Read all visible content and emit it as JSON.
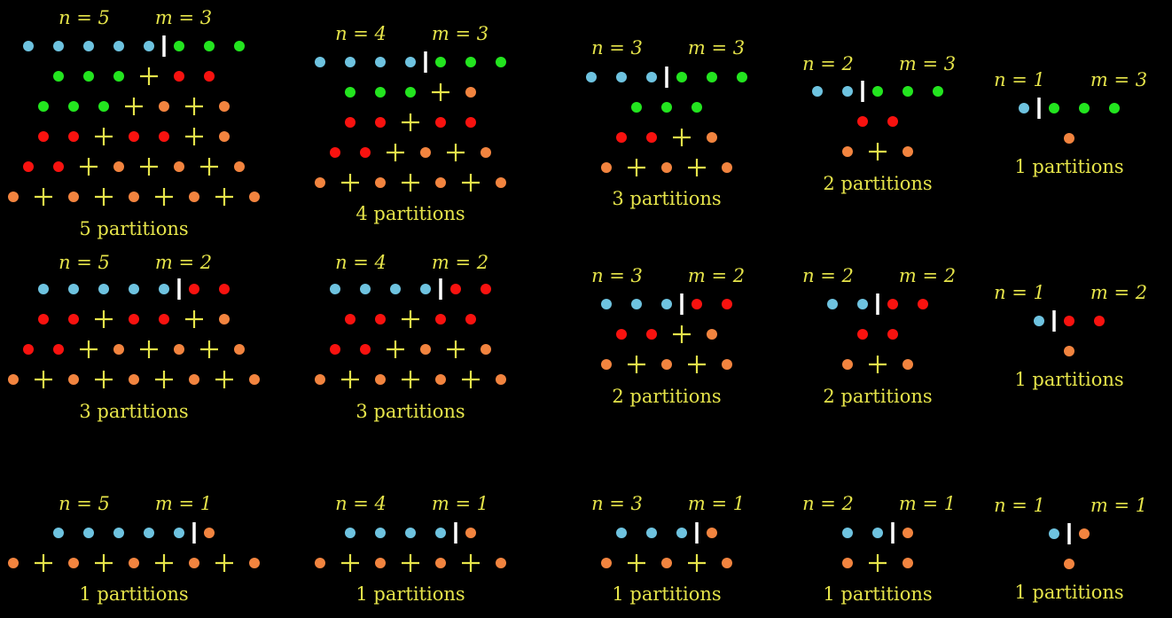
{
  "colors": {
    "background": "#000000",
    "text": "#e6e44a",
    "divider": "#ffffff",
    "plus": "#e6e44a",
    "n_dot": "#6ec3e0",
    "green": "#23e51f",
    "red": "#f8120f",
    "orange": "#f2843f"
  },
  "diagram": {
    "panels": [
      {
        "n_label": "n = 5",
        "m_label": "m = 3",
        "caption": "5 partitions",
        "rows": [
          [
            "b",
            "b",
            "b",
            "b",
            "b",
            "|",
            "g",
            "g",
            "g"
          ],
          [
            "g",
            "g",
            "g",
            "+",
            "r",
            "r"
          ],
          [
            "g",
            "g",
            "g",
            "+",
            "o",
            "+",
            "o"
          ],
          [
            "r",
            "r",
            "+",
            "r",
            "r",
            "+",
            "o"
          ],
          [
            "r",
            "r",
            "+",
            "o",
            "+",
            "o",
            "+",
            "o"
          ],
          [
            "o",
            "+",
            "o",
            "+",
            "o",
            "+",
            "o",
            "+",
            "o"
          ]
        ]
      },
      {
        "n_label": "n = 4",
        "m_label": "m = 3",
        "caption": "4 partitions",
        "rows": [
          [
            "b",
            "b",
            "b",
            "b",
            "|",
            "g",
            "g",
            "g"
          ],
          [
            "g",
            "g",
            "g",
            "+",
            "o"
          ],
          [
            "r",
            "r",
            "+",
            "r",
            "r"
          ],
          [
            "r",
            "r",
            "+",
            "o",
            "+",
            "o"
          ],
          [
            "o",
            "+",
            "o",
            "+",
            "o",
            "+",
            "o"
          ]
        ]
      },
      {
        "n_label": "n = 3",
        "m_label": "m = 3",
        "caption": "3 partitions",
        "rows": [
          [
            "b",
            "b",
            "b",
            "|",
            "g",
            "g",
            "g"
          ],
          [
            "g",
            "g",
            "g"
          ],
          [
            "r",
            "r",
            "+",
            "o"
          ],
          [
            "o",
            "+",
            "o",
            "+",
            "o"
          ]
        ]
      },
      {
        "n_label": "n = 2",
        "m_label": "m = 3",
        "caption": "2 partitions",
        "rows": [
          [
            "b",
            "b",
            "|",
            "g",
            "g",
            "g"
          ],
          [
            "r",
            "r"
          ],
          [
            "o",
            "+",
            "o"
          ]
        ]
      },
      {
        "n_label": "n = 1",
        "m_label": "m = 3",
        "caption": "1 partitions",
        "rows": [
          [
            "b",
            "|",
            "g",
            "g",
            "g"
          ],
          [
            "o"
          ]
        ]
      },
      {
        "n_label": "n = 5",
        "m_label": "m = 2",
        "caption": "3 partitions",
        "rows": [
          [
            "b",
            "b",
            "b",
            "b",
            "b",
            "|",
            "r",
            "r"
          ],
          [
            "r",
            "r",
            "+",
            "r",
            "r",
            "+",
            "o"
          ],
          [
            "r",
            "r",
            "+",
            "o",
            "+",
            "o",
            "+",
            "o"
          ],
          [
            "o",
            "+",
            "o",
            "+",
            "o",
            "+",
            "o",
            "+",
            "o"
          ]
        ]
      },
      {
        "n_label": "n = 4",
        "m_label": "m = 2",
        "caption": "3 partitions",
        "rows": [
          [
            "b",
            "b",
            "b",
            "b",
            "|",
            "r",
            "r"
          ],
          [
            "r",
            "r",
            "+",
            "r",
            "r"
          ],
          [
            "r",
            "r",
            "+",
            "o",
            "+",
            "o"
          ],
          [
            "o",
            "+",
            "o",
            "+",
            "o",
            "+",
            "o"
          ]
        ]
      },
      {
        "n_label": "n = 3",
        "m_label": "m = 2",
        "caption": "2 partitions",
        "rows": [
          [
            "b",
            "b",
            "b",
            "|",
            "r",
            "r"
          ],
          [
            "r",
            "r",
            "+",
            "o"
          ],
          [
            "o",
            "+",
            "o",
            "+",
            "o"
          ]
        ]
      },
      {
        "n_label": "n = 2",
        "m_label": "m = 2",
        "caption": "2 partitions",
        "rows": [
          [
            "b",
            "b",
            "|",
            "r",
            "r"
          ],
          [
            "r",
            "r"
          ],
          [
            "o",
            "+",
            "o"
          ]
        ]
      },
      {
        "n_label": "n = 1",
        "m_label": "m = 2",
        "caption": "1 partitions",
        "rows": [
          [
            "b",
            "|",
            "r",
            "r"
          ],
          [
            "o"
          ]
        ]
      },
      {
        "n_label": "n = 5",
        "m_label": "m = 1",
        "caption": "1 partitions",
        "rows": [
          [
            "b",
            "b",
            "b",
            "b",
            "b",
            "|",
            "o"
          ],
          [
            "o",
            "+",
            "o",
            "+",
            "o",
            "+",
            "o",
            "+",
            "o"
          ]
        ]
      },
      {
        "n_label": "n = 4",
        "m_label": "m = 1",
        "caption": "1 partitions",
        "rows": [
          [
            "b",
            "b",
            "b",
            "b",
            "|",
            "o"
          ],
          [
            "o",
            "+",
            "o",
            "+",
            "o",
            "+",
            "o"
          ]
        ]
      },
      {
        "n_label": "n = 3",
        "m_label": "m = 1",
        "caption": "1 partitions",
        "rows": [
          [
            "b",
            "b",
            "b",
            "|",
            "o"
          ],
          [
            "o",
            "+",
            "o",
            "+",
            "o"
          ]
        ]
      },
      {
        "n_label": "n = 2",
        "m_label": "m = 1",
        "caption": "1 partitions",
        "rows": [
          [
            "b",
            "b",
            "|",
            "o"
          ],
          [
            "o",
            "+",
            "o"
          ]
        ]
      },
      {
        "n_label": "n = 1",
        "m_label": "m = 1",
        "caption": "1 partitions",
        "rows": [
          [
            "b",
            "|",
            "o"
          ],
          [
            "o"
          ]
        ]
      }
    ]
  }
}
